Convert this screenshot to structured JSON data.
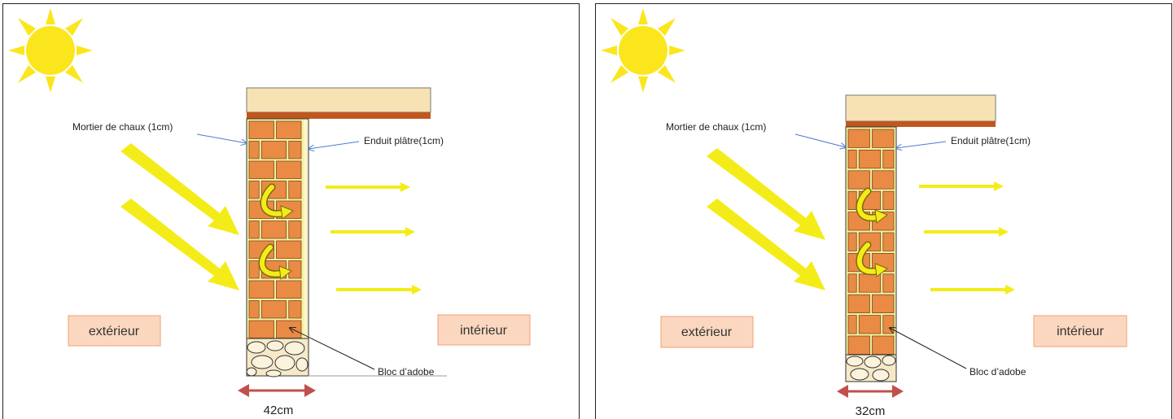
{
  "panels": [
    {
      "mortar_label": "Mortier de chaux (1cm)",
      "plaster_label": "Enduit  plâtre(1cm)",
      "adobe_label": "Bloc d’adobe",
      "exterior_label": "extérieur",
      "interior_label": "intérieur",
      "width_label": "42cm"
    },
    {
      "mortar_label": "Mortier de chaux (1cm)",
      "plaster_label": "Enduit  plâtre(1cm)",
      "adobe_label": "Bloc d’adobe",
      "exterior_label": "extérieur",
      "interior_label": "intérieur",
      "width_label": "32cm"
    }
  ],
  "colors": {
    "sun": "#fbe61e",
    "arrow": "#f4ec18",
    "brick": "#e98a45",
    "mortar_joint": "#f5f0a0",
    "ceiling": "#f7e2b3",
    "slab": "#c0571e",
    "label_box": "#fcd7c0",
    "dimension": "#c0504d",
    "pointer": "#4a7bd0"
  }
}
